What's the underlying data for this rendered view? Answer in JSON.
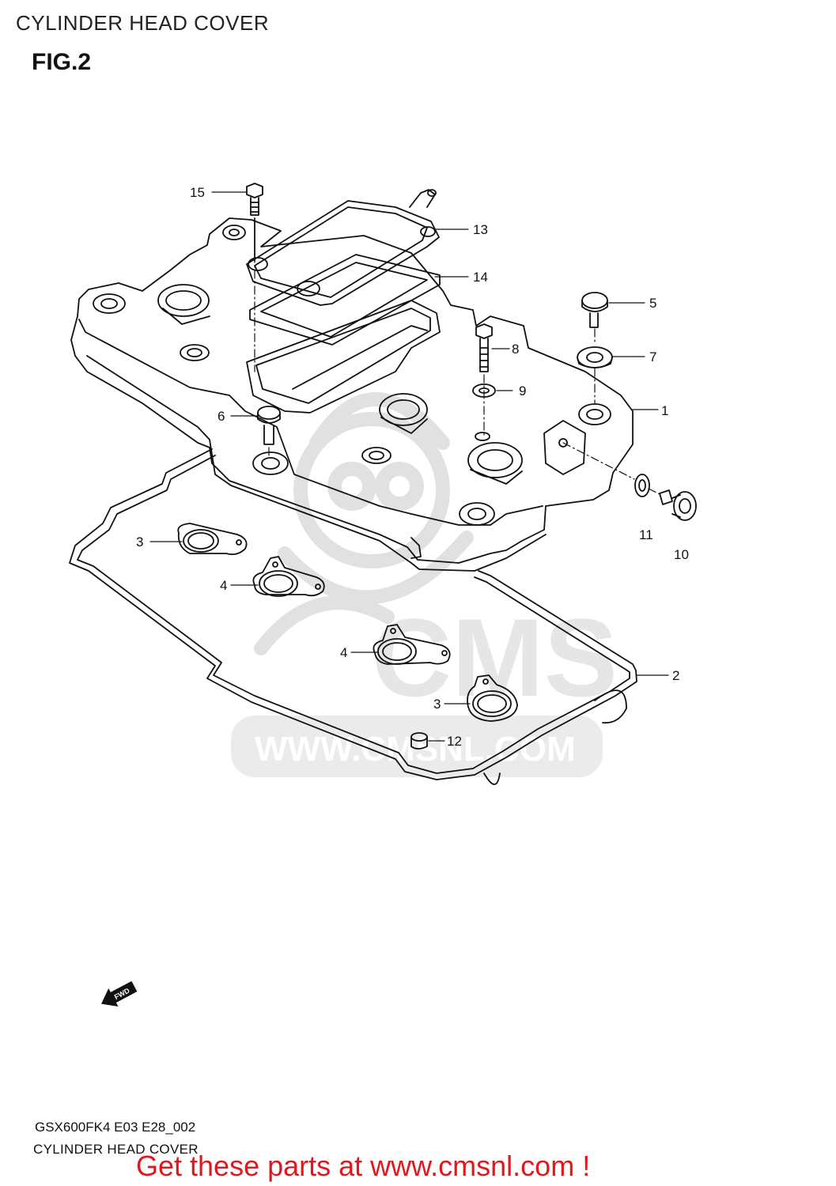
{
  "header": {
    "title": "CYLINDER HEAD COVER",
    "figure": "FIG.2"
  },
  "callouts": {
    "c1": "1",
    "c2": "2",
    "c3a": "3",
    "c3b": "3",
    "c4a": "4",
    "c4b": "4",
    "c5": "5",
    "c6": "6",
    "c7": "7",
    "c8": "8",
    "c9": "9",
    "c10": "10",
    "c11": "11",
    "c12": "12",
    "c13": "13",
    "c14": "14",
    "c15": "15"
  },
  "watermark": {
    "brand": "CMS",
    "url": "WWW.CMSNL.COM"
  },
  "fwd_label": "FWD",
  "footer": {
    "model_code": "GSX600FK4 E03 E28_002",
    "section_title": "CYLINDER HEAD COVER",
    "promo": "Get these parts at www.cmsnl.com !"
  },
  "colors": {
    "line": "#111111",
    "watermark": "#d8d8d8",
    "promo": "#e0181e"
  }
}
